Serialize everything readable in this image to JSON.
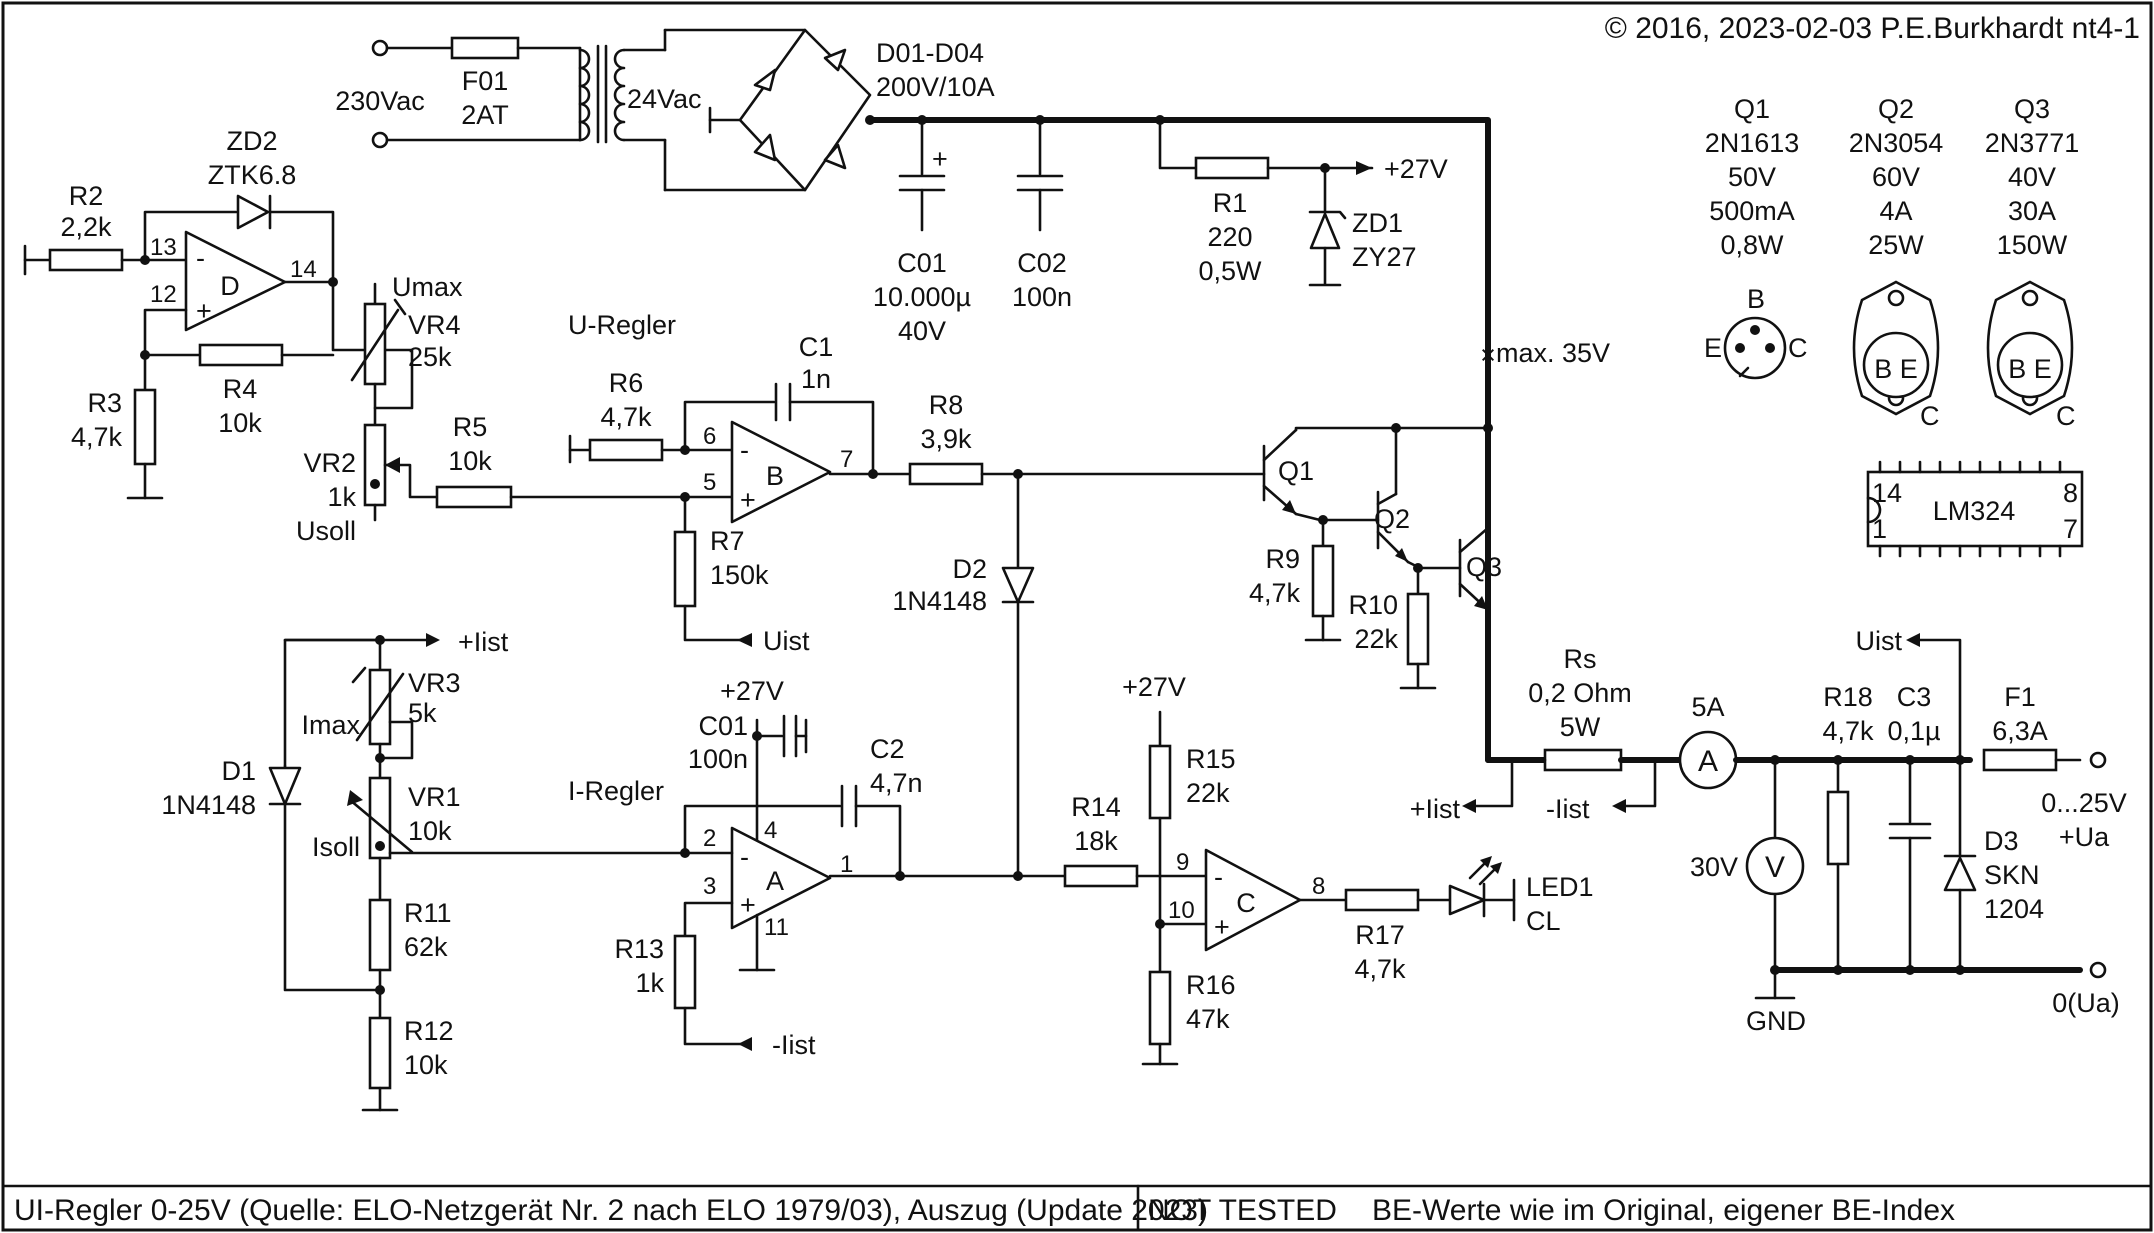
{
  "header": {
    "copyright": "© 2016, 2023-02-03 P.E.Burkhardt nt4-1"
  },
  "footer": {
    "title": "UI-Regler 0-25V (Quelle: ELO-Netzgerät Nr. 2 nach ELO 1979/03), Auszug (Update 2023)",
    "status": "NOT  TESTED",
    "note": "BE-Werte wie im Original, eigener BE-Index"
  },
  "supply": {
    "mains": "230Vac",
    "fuse_name": "F01",
    "fuse_value": "2AT",
    "secondary": "24Vac",
    "bridge_name": "D01-D04",
    "bridge_value": "200V/10A",
    "c01_name": "C01",
    "c01_value": "10.000µ",
    "c01_volt": "40V",
    "c02_name": "C02",
    "c02_value": "100n",
    "r1_name": "R1",
    "r1_value": "220",
    "r1_power": "0,5W",
    "zd1_name": "ZD1",
    "zd1_value": "ZY27",
    "rail": "+27V",
    "max_label": "max. 35V"
  },
  "transistor_table": [
    {
      "name": "Q1",
      "type": "2N1613",
      "voltage": "50V",
      "current": "500mA",
      "power": "0,8W"
    },
    {
      "name": "Q2",
      "type": "2N3054",
      "voltage": "60V",
      "current": "4A",
      "power": "25W"
    },
    {
      "name": "Q3",
      "type": "2N3771",
      "voltage": "40V",
      "current": "30A",
      "power": "150W"
    }
  ],
  "pinouts": {
    "b": "B",
    "e": "E",
    "c": "C",
    "be": "B E",
    "ic": "LM324",
    "p14": "14",
    "p1": "1",
    "p8": "8",
    "p7": "7"
  },
  "opamp_d": {
    "name": "D",
    "r2_name": "R2",
    "r2_value": "2,2k",
    "zd2_name": "ZD2",
    "zd2_value": "ZTK6.8",
    "r3_name": "R3",
    "r3_value": "4,7k",
    "r4_name": "R4",
    "r4_value": "10k",
    "vr4_name": "VR4",
    "vr4_value": "25k",
    "umax": "Umax",
    "pin13": "13",
    "pin12": "12",
    "pin14": "14",
    "vr2_name": "VR2",
    "vr2_value": "1k",
    "usoll": "Usoll"
  },
  "u_regler": {
    "title": "U-Regler",
    "name": "B",
    "r5_name": "R5",
    "r5_value": "10k",
    "r6_name": "R6",
    "r6_value": "4,7k",
    "c1_name": "C1",
    "c1_value": "1n",
    "r7_name": "R7",
    "r7_value": "150k",
    "r8_name": "R8",
    "r8_value": "3,9k",
    "pin6": "6",
    "pin5": "5",
    "pin7": "7",
    "uist": "Uist",
    "d2_name": "D2",
    "d2_value": "1N4148"
  },
  "output_stage": {
    "q1": "Q1",
    "q2": "Q2",
    "q3": "Q3",
    "r9_name": "R9",
    "r9_value": "4,7k",
    "r10_name": "R10",
    "r10_value": "22k",
    "rs_name": "Rs",
    "rs_value": "0,2 Ohm",
    "rs_power": "5W",
    "plus_iist": "+Iist",
    "minus_iist": "-Iist",
    "ammeter": "A",
    "ammeter_range": "5A",
    "voltmeter": "V",
    "voltmeter_range": "30V",
    "r18_name": "R18",
    "r18_value": "4,7k",
    "c3_name": "C3",
    "c3_value": "0,1µ",
    "f1_name": "F1",
    "f1_value": "6,3A",
    "d3_name": "D3",
    "d3_value1": "SKN",
    "d3_value2": "1204",
    "gnd": "GND",
    "out_range": "0...25V",
    "out_plus": "+Ua",
    "out_zero": "0(Ua)",
    "uist": "Uist"
  },
  "i_regler": {
    "title": "I-Regler",
    "name": "A",
    "plus_iist": "+Iist",
    "vr3_name": "VR3",
    "vr3_value": "5k",
    "imax": "Imax",
    "d1_name": "D1",
    "d1_value": "1N4148",
    "vr1_name": "VR1",
    "vr1_value": "10k",
    "isoll": "Isoll",
    "r11_name": "R11",
    "r11_value": "62k",
    "r12_name": "R12",
    "r12_value": "10k",
    "rail": "+27V",
    "c01_name": "C01",
    "c01_value": "100n",
    "c2_name": "C2",
    "c2_value": "4,7n",
    "r13_name": "R13",
    "r13_value": "1k",
    "minus_iist": "-Iist",
    "pin2": "2",
    "pin3": "3",
    "pin4": "4",
    "pin11": "11",
    "pin1": "1"
  },
  "opamp_c": {
    "name": "C",
    "rail": "+27V",
    "r14_name": "R14",
    "r14_value": "18k",
    "r15_name": "R15",
    "r15_value": "22k",
    "r16_name": "R16",
    "r16_value": "47k",
    "r17_name": "R17",
    "r17_value": "4,7k",
    "led_name": "LED1",
    "led_value": "CL",
    "pin9": "9",
    "pin10": "10",
    "pin8": "8"
  }
}
